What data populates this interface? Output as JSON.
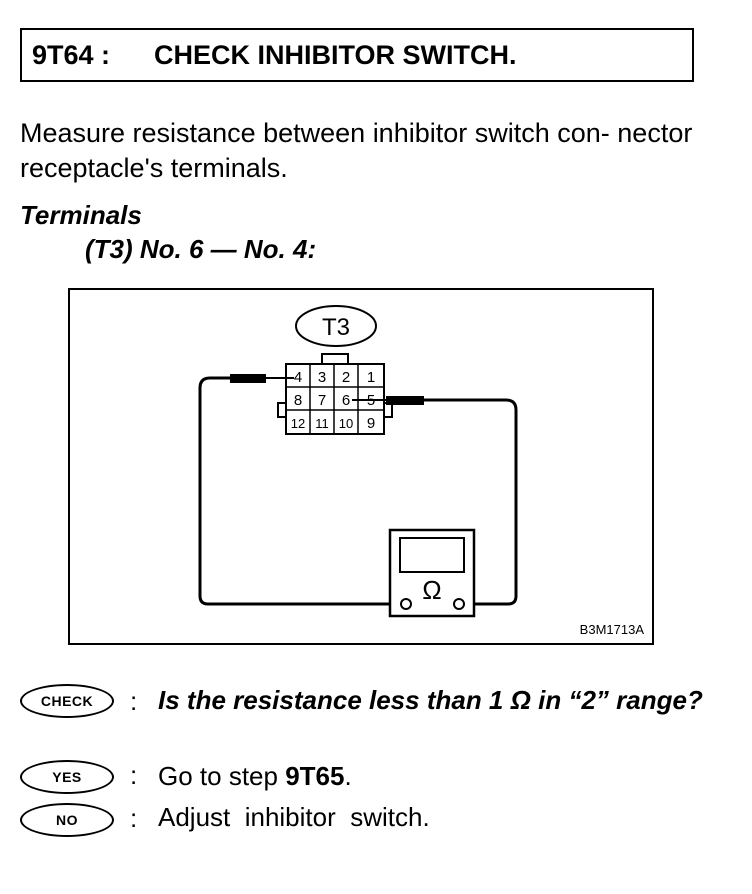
{
  "header": {
    "code": "9T64 :",
    "title": "CHECK INHIBITOR SWITCH."
  },
  "intro": "Measure resistance between inhibitor switch con- nector receptacle's terminals.",
  "terminals": {
    "heading": "Terminals",
    "spec": "(T3) No. 6 — No. 4:"
  },
  "figure": {
    "connector_label": "T3",
    "pins_row1": [
      "4",
      "3",
      "2",
      "1"
    ],
    "pins_row2": [
      "8",
      "7",
      "6",
      "5"
    ],
    "pins_row3": [
      "12",
      "11",
      "10",
      "9"
    ],
    "meter_symbol": "Ω",
    "figure_code": "B3M1713A"
  },
  "steps": [
    {
      "badge": "CHECK",
      "colon": ":",
      "text": "Is the resistance less than 1 Ω in “2” range?"
    },
    {
      "badge": "YES",
      "colon": ":",
      "text_prefix": "Go to step ",
      "text_bold": "9T65",
      "text_suffix": "."
    },
    {
      "badge": "NO",
      "colon": ":",
      "text": "Adjust  inhibitor  switch."
    }
  ]
}
